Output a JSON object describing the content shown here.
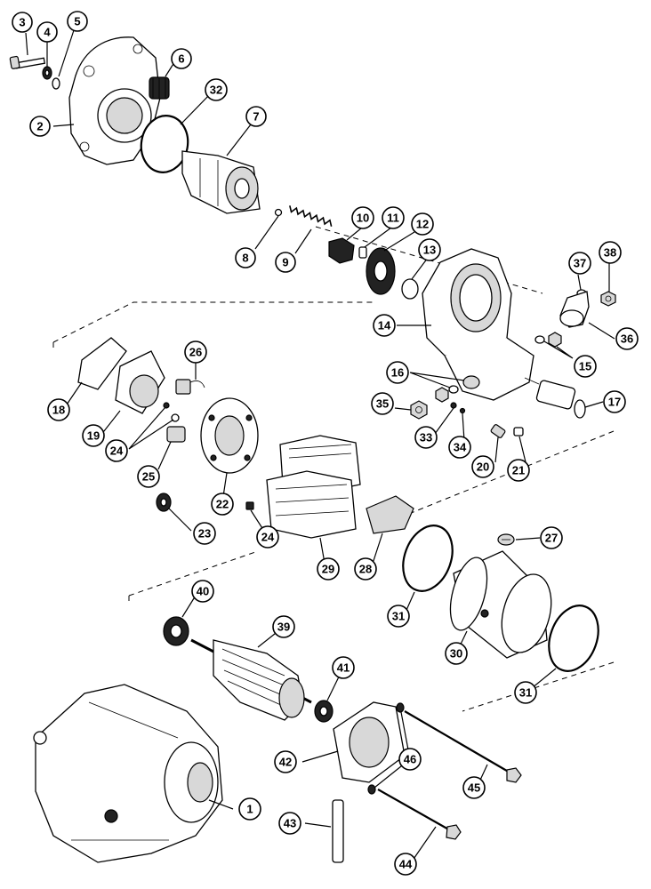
{
  "callouts": [
    {
      "label": "3"
    },
    {
      "label": "4"
    },
    {
      "label": "5"
    },
    {
      "label": "6"
    },
    {
      "label": "32"
    },
    {
      "label": "2"
    },
    {
      "label": "7"
    },
    {
      "label": "10"
    },
    {
      "label": "11"
    },
    {
      "label": "12"
    },
    {
      "label": "8"
    },
    {
      "label": "9"
    },
    {
      "label": "13"
    },
    {
      "label": "37"
    },
    {
      "label": "38"
    },
    {
      "label": "14"
    },
    {
      "label": "36"
    },
    {
      "label": "15"
    },
    {
      "label": "26"
    },
    {
      "label": "16"
    },
    {
      "label": "35"
    },
    {
      "label": "17"
    },
    {
      "label": "18"
    },
    {
      "label": "19"
    },
    {
      "label": "24"
    },
    {
      "label": "33"
    },
    {
      "label": "34"
    },
    {
      "label": "20"
    },
    {
      "label": "21"
    },
    {
      "label": "25"
    },
    {
      "label": "22"
    },
    {
      "label": "23"
    },
    {
      "label": "24"
    },
    {
      "label": "27"
    },
    {
      "label": "29"
    },
    {
      "label": "28"
    },
    {
      "label": "40"
    },
    {
      "label": "31"
    },
    {
      "label": "39"
    },
    {
      "label": "30"
    },
    {
      "label": "41"
    },
    {
      "label": "31"
    },
    {
      "label": "42"
    },
    {
      "label": "46"
    },
    {
      "label": "45"
    },
    {
      "label": "1"
    },
    {
      "label": "43"
    },
    {
      "label": "44"
    }
  ]
}
